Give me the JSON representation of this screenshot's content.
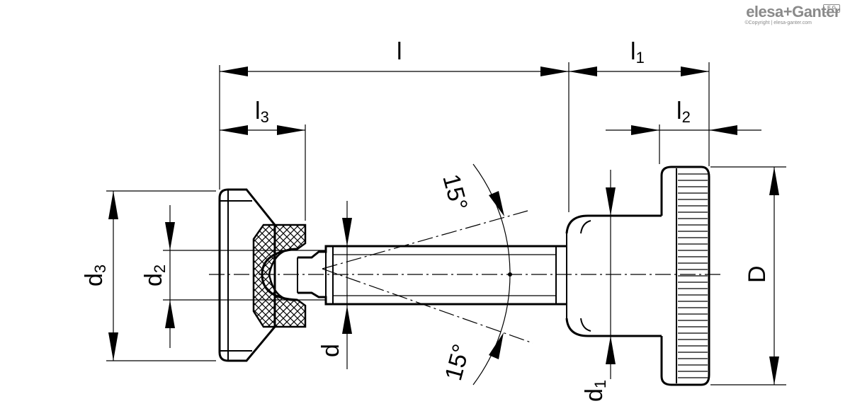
{
  "brand": {
    "name": "elesa+Ganter",
    "copyright": "©Copyright | elesa-ganter.com",
    "badge": "E G"
  },
  "dimensions": {
    "l": "l",
    "l1": "l",
    "l1_sub": "1",
    "l2": "l",
    "l2_sub": "2",
    "l3": "l",
    "l3_sub": "3",
    "d": "d",
    "d1": "d",
    "d1_sub": "1",
    "d2": "d",
    "d2_sub": "2",
    "d3": "d",
    "d3_sub": "3",
    "D": "D",
    "angle_top": "15°",
    "angle_bottom": "15°"
  }
}
